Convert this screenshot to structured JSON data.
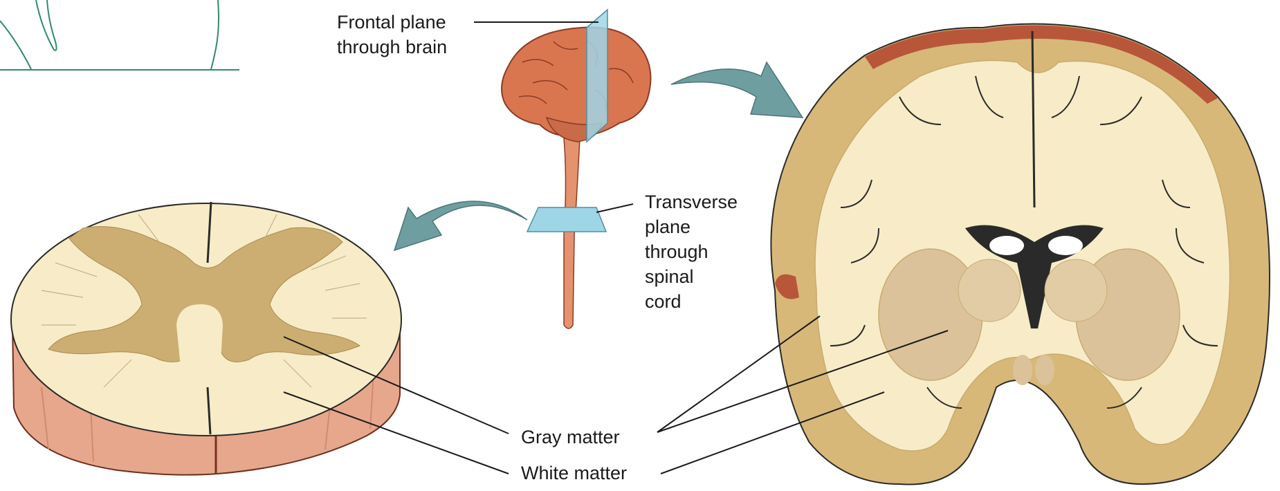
{
  "labels": {
    "frontal_plane": [
      "Frontal plane",
      "through brain"
    ],
    "transverse_plane": [
      "Transverse",
      "plane",
      "through",
      "spinal",
      "cord"
    ],
    "gray_matter": "Gray matter",
    "white_matter": "White matter"
  },
  "colors": {
    "white_matter": "#f7ecc7",
    "gray_matter": "#cdae72",
    "cortex": "#d8b878",
    "meninges": "#b8563a",
    "plane": "#9fd6e6",
    "arrow": "#6f9ea0",
    "brain_surface": "#d97650",
    "spinal_cord_side": "#e7a78c",
    "outline": "#2a2a2a"
  }
}
